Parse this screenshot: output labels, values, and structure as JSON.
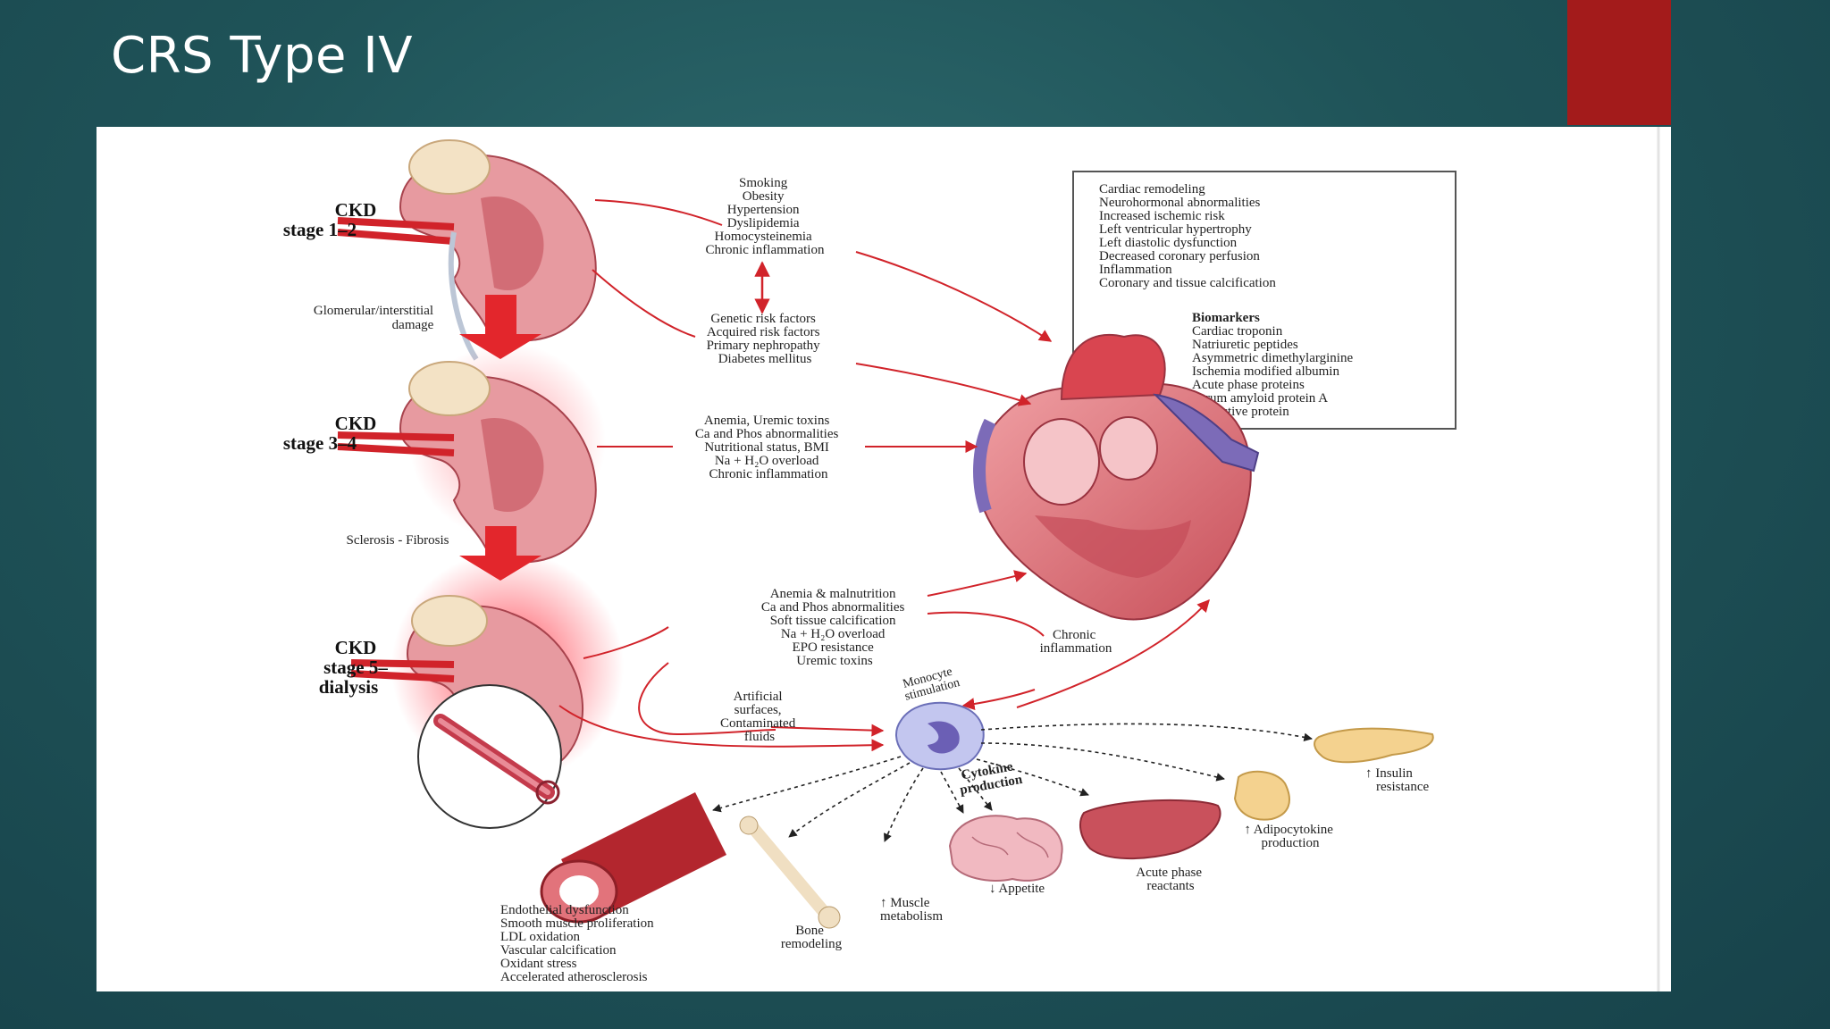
{
  "slide": {
    "title": "CRS Type IV"
  },
  "colors": {
    "accent": "#a31b1b",
    "background": "#1f5358",
    "arrow": "#d1232a"
  },
  "stages": [
    {
      "line1": "CKD",
      "line2": "stage 1–2"
    },
    {
      "line1": "CKD",
      "line2": "stage 3–4"
    },
    {
      "line1": "CKD",
      "line2": "stage 5–",
      "line3": "dialysis"
    }
  ],
  "transitions": [
    "Glomerular/interstitial",
    "damage",
    "Sclerosis - Fibrosis"
  ],
  "risk_factors_1": [
    "Smoking",
    "Obesity",
    "Hypertension",
    "Dyslipidemia",
    "Homocysteinemia",
    "Chronic inflammation"
  ],
  "risk_factors_2": [
    "Genetic risk factors",
    "Acquired risk factors",
    "Primary nephropathy",
    "Diabetes mellitus"
  ],
  "stage34_factors": [
    "Anemia, Uremic toxins",
    "Ca and Phos abnormalities",
    "Nutritional status, BMI",
    "Na + H₂O overload",
    "Chronic inflammation"
  ],
  "stage5_factors": [
    "Anemia & malnutrition",
    "Ca and Phos abnormalities",
    "Soft tissue calcification",
    "Na + H₂O overload",
    "EPO resistance",
    "Uremic toxins"
  ],
  "cardiac_effects": [
    "Cardiac remodeling",
    "Neurohormonal abnormalities",
    "Increased ischemic risk",
    "Left ventricular hypertrophy",
    "Left diastolic dysfunction",
    "Decreased coronary perfusion",
    "Inflammation",
    "Coronary and tissue calcification"
  ],
  "biomarkers": {
    "title": "Biomarkers",
    "items": [
      "Cardiac troponin",
      "Natriuretic peptides",
      "Asymmetric dimethylarginine",
      "Ischemia modified albumin",
      "Acute phase proteins",
      "Serum amyloid protein A",
      "C-reactive protein"
    ]
  },
  "misc_labels": {
    "chronic_inflammation": [
      "Chronic",
      "inflammation"
    ],
    "artificial": [
      "Artificial",
      "surfaces,",
      "Contaminated",
      "fluids"
    ],
    "monocyte": [
      "Monocyte",
      "stimulation"
    ],
    "cytokine": [
      "Cytokine",
      "production"
    ]
  },
  "outcomes": {
    "vascular": [
      "Endothelial dysfunction",
      "Smooth muscle proliferation",
      "LDL oxidation",
      "Vascular calcification",
      "Oxidant stress",
      "Accelerated atherosclerosis"
    ],
    "bone": [
      "Bone",
      "remodeling"
    ],
    "muscle": [
      "↑ Muscle",
      "metabolism"
    ],
    "appetite": "↓ Appetite",
    "liver": [
      "Acute phase",
      "reactants"
    ],
    "adipocytokine": [
      "↑ Adipocytokine",
      "production"
    ],
    "insulin": [
      "↑ Insulin",
      "resistance"
    ]
  }
}
